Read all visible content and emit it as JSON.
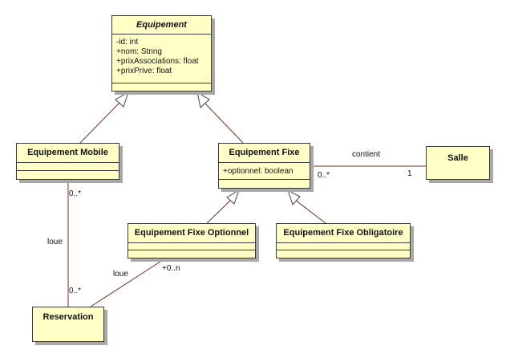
{
  "diagram": {
    "classes": {
      "equipement": {
        "name": "Equipement",
        "attributes": [
          "-id: int",
          "+nom: String",
          "+prixAssociations: float",
          "+prixPrive: float"
        ]
      },
      "equipement_mobile": {
        "name": "Equipement Mobile"
      },
      "equipement_fixe": {
        "name": "Equipement Fixe",
        "attributes": [
          "+optionnel: boolean"
        ]
      },
      "salle": {
        "name": "Salle"
      },
      "equipement_fixe_optionnel": {
        "name": "Equipement Fixe Optionnel"
      },
      "equipement_fixe_obligatoire": {
        "name": "Equipement Fixe Obligatoire"
      },
      "reservation": {
        "name": "Reservation"
      }
    },
    "associations": {
      "contient": {
        "label": "contient",
        "mult_source": "0..*",
        "mult_target": "1"
      },
      "loue_mobile": {
        "label": "loue",
        "mult_source": "0..*",
        "mult_target": "0..*"
      },
      "loue_optionnel": {
        "label": "loue",
        "mult_source": "+0..n"
      }
    },
    "colors": {
      "class_fill": "#ffffc6",
      "line": "#7a3020",
      "border": "#3a3a3a",
      "shadow": "#a8a8a8"
    }
  }
}
